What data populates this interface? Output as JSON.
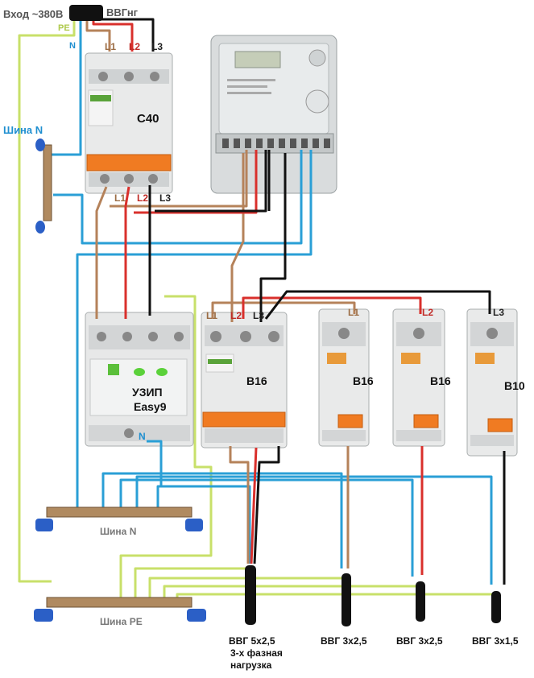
{
  "input": {
    "label": "Вход ~380В",
    "cable": "ВВГнг",
    "pe": "PE",
    "n": "N"
  },
  "phases": {
    "l1": "L1",
    "l2": "L2",
    "l3": "L3",
    "n": "N"
  },
  "main_breaker": {
    "rating": "C40"
  },
  "bus_n_top": {
    "label": "Шина N"
  },
  "bus_n": {
    "label": "Шина N"
  },
  "bus_pe": {
    "label": "Шина PE"
  },
  "spd": {
    "line1": "УЗИП",
    "line2": "Easy9"
  },
  "breaker_3p": {
    "rating": "B16"
  },
  "breaker_l1": {
    "rating": "B16"
  },
  "breaker_l2": {
    "rating": "B16"
  },
  "breaker_l3": {
    "rating": "B10"
  },
  "cables": {
    "c1_line1": "ВВГ 5х2,5",
    "c1_line2": "3-х фазная",
    "c1_line3": "нагрузка",
    "c2": "ВВГ 3х2,5",
    "c3": "ВВГ 3х2,5",
    "c4": "ВВГ 3х1,5"
  },
  "colors": {
    "l1": "#b5825a",
    "l2": "#d9302c",
    "l3": "#111111",
    "n": "#2a9fd6",
    "pe": "#c8e06a",
    "label_blue": "#1f8fd0"
  }
}
